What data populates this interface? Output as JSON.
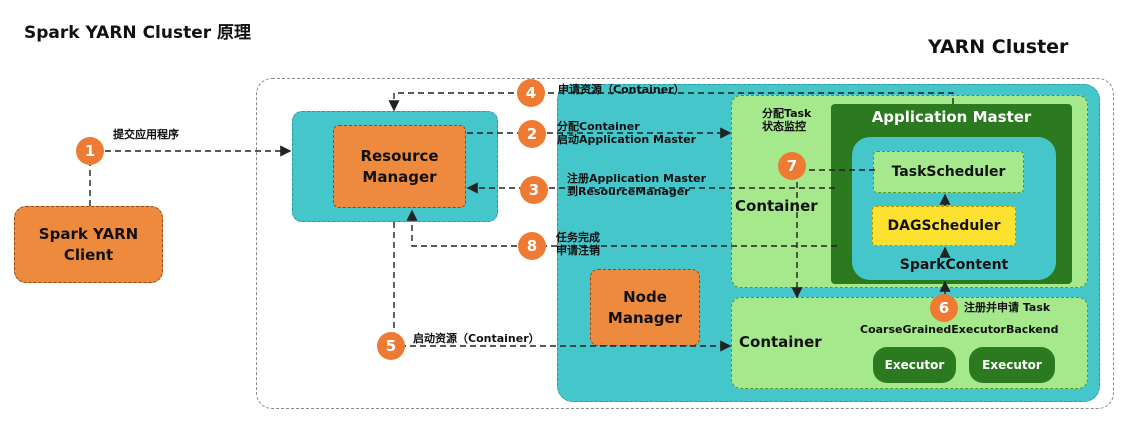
{
  "page_title": "Spark YARN Cluster 原理",
  "cluster_title": "YARN Cluster",
  "client": {
    "label": "Spark YARN\nClient"
  },
  "resource_manager": {
    "label": "Resource\nManager"
  },
  "node_manager": {
    "label": "Node\nManager"
  },
  "container_top": {
    "label": "Container",
    "monitor_label": "分配Task\n状态监控"
  },
  "application_master": {
    "title": "Application Master"
  },
  "task_scheduler": {
    "label": "TaskScheduler"
  },
  "dag_scheduler": {
    "label": "DAGScheduler"
  },
  "spark_content": {
    "label": "SparkContent"
  },
  "container_bottom": {
    "label": "Container",
    "backend_label": "CoarseGrainedExecutorBackend",
    "executors": [
      "Executor",
      "Executor"
    ]
  },
  "steps": [
    {
      "num": "1",
      "label": "提交应用程序"
    },
    {
      "num": "2",
      "label": "分配Container\n启动Application Master"
    },
    {
      "num": "3",
      "label": "注册Application Master\n到ResourceManager"
    },
    {
      "num": "4",
      "label": "申请资源（Container）"
    },
    {
      "num": "5",
      "label": "启动资源（Container）"
    },
    {
      "num": "6",
      "label": "注册并申请 Task"
    },
    {
      "num": "7",
      "label": ""
    },
    {
      "num": "8",
      "label": "任务完成\n申请注销"
    }
  ],
  "colors": {
    "teal": "#45c6cb",
    "orange": "#ee8a3e",
    "light_green": "#a6e88c",
    "dark_green": "#2b7a1f",
    "yellow": "#fde130",
    "badge": "#ee7a34"
  }
}
